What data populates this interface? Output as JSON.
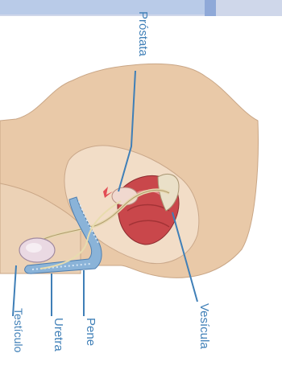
{
  "diagram": {
    "labels": {
      "prostata": "Próstata",
      "vesicula": "Vesícula",
      "pene": "Pene",
      "uretra": "Uretra",
      "testiculo": "Testículo"
    },
    "colors": {
      "label": "#3f7fb7",
      "skin": "#e9c9a8",
      "bladder": "#c9474b",
      "urethra_tube": "#8ab3d8",
      "slide_bar_left": "#b9cbe8",
      "slide_bar_right": "#cfd7ea"
    }
  }
}
